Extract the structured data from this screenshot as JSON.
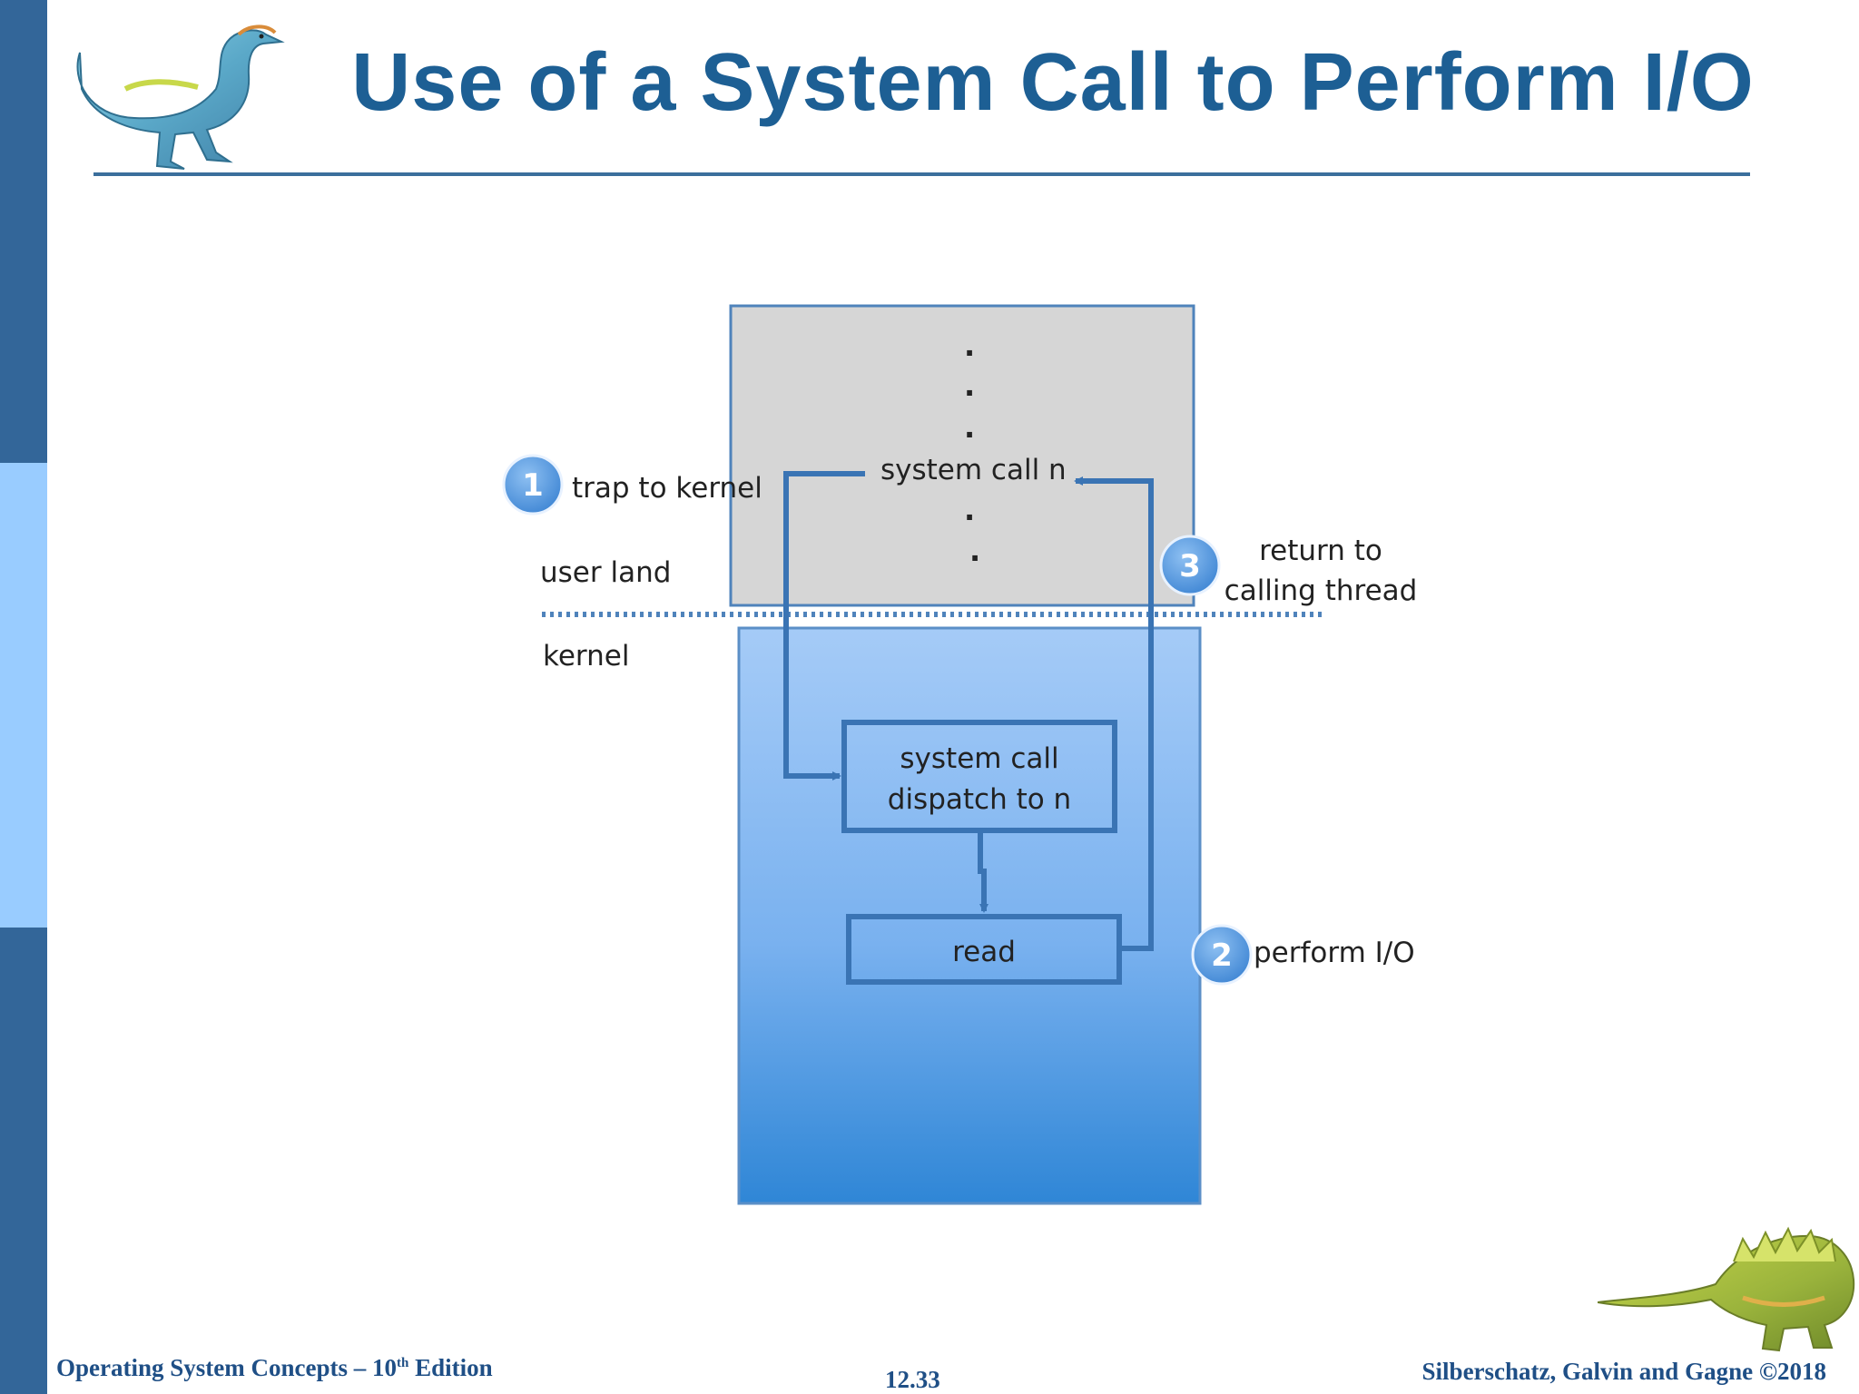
{
  "slide": {
    "title": "Use of a System Call to Perform I/O"
  },
  "diagram": {
    "user_box": {
      "dots": [
        ".",
        ".",
        ".",
        ".",
        "."
      ],
      "entry": "system call n"
    },
    "regions": {
      "upper": "user land",
      "lower": "kernel"
    },
    "dispatch_box": {
      "line1": "system call",
      "line2": "dispatch to n"
    },
    "read_box": {
      "label": "read"
    },
    "steps": [
      {
        "number": "1",
        "label": "trap to kernel"
      },
      {
        "number": "2",
        "label": "perform I/O"
      },
      {
        "number": "3",
        "label_line1": "return to",
        "label_line2": "calling thread"
      }
    ]
  },
  "footer": {
    "left_main": "Operating System Concepts – 10",
    "left_sup": "th",
    "left_end": " Edition",
    "center": "12.33",
    "right": "Silberschatz, Galvin and Gagne ©2018"
  },
  "colors": {
    "title": "#1d5f94",
    "sidebar_dark": "#336699",
    "sidebar_light": "#99ccff",
    "user_box_fill": "#d6d6d6",
    "kernel_gradient_top": "#a5cbf7",
    "kernel_gradient_bottom": "#2f86d6",
    "arrow": "#3a74b4",
    "step_circle": "#4f93dc"
  }
}
